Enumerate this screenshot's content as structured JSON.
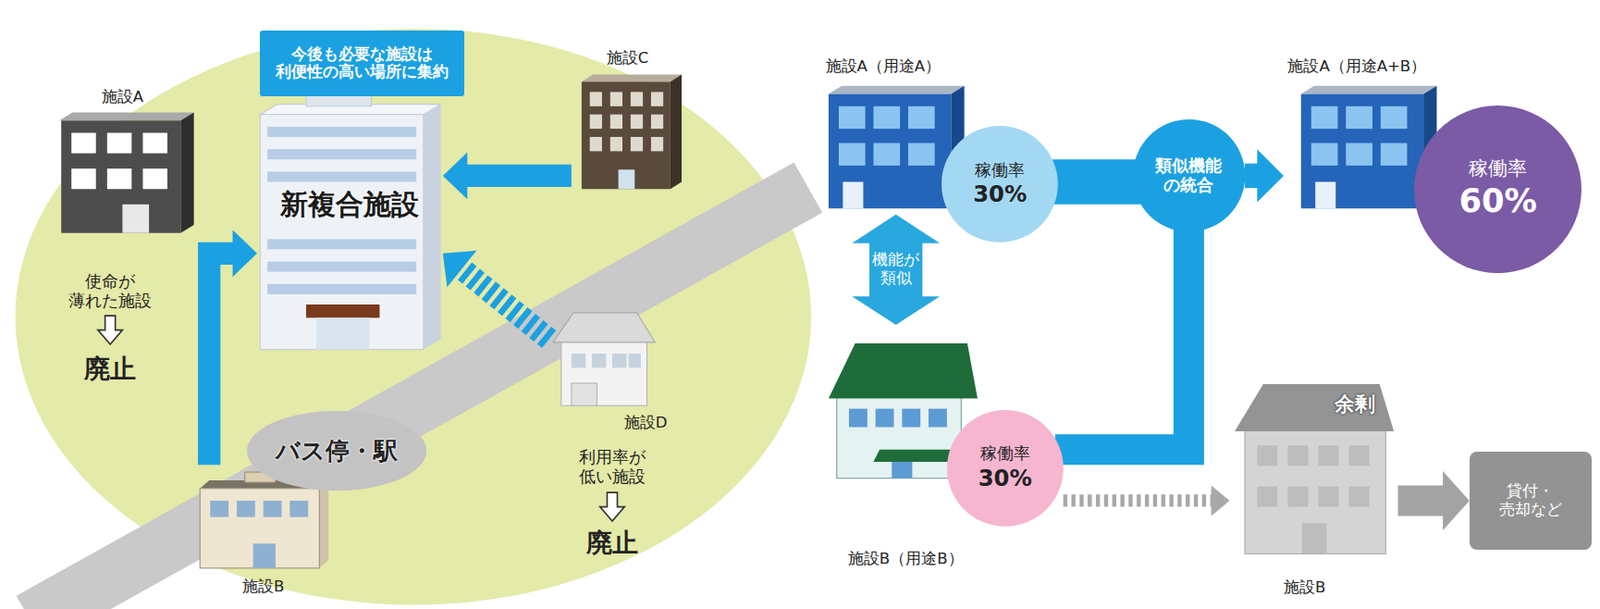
{
  "diagram": {
    "nodes": [
      {
        "text": [
          "今後も必要な施設は 利便性の高い場所に集約"
        ]
      },
      {
        "text": [
          "新複合施設"
        ]
      },
      {
        "text": [
          "施設A"
        ]
      },
      {
        "text": [
          "施設C"
        ]
      },
      {
        "text": [
          "施設D"
        ]
      },
      {
        "text": [
          "施設B"
        ]
      },
      {
        "text": [
          "バス停・駅"
        ]
      },
      {
        "text": [
          "施設A（用途A）"
        ]
      },
      {
        "text": [
          "稼働率",
          "30%"
        ]
      },
      {
        "text": [
          "施設B（用途B）"
        ]
      },
      {
        "text": [
          "稼働率",
          "30%"
        ]
      },
      {
        "text": [
          "類似機能 の統合"
        ]
      },
      {
        "text": [
          "施設A（用途A+B）"
        ]
      },
      {
        "text": [
          "稼働率",
          "60%"
        ]
      },
      {
        "text": [
          "余剰",
          "施設B"
        ]
      },
      {
        "text": [
          "貸付・ 売却など"
        ]
      }
    ],
    "edges": [
      {
        "from": 3,
        "to": 1,
        "arrow": "to"
      },
      {
        "from": 4,
        "to": 1,
        "arrow": "to"
      },
      {
        "from": 5,
        "to": 1,
        "arrow": "to"
      },
      {
        "from": 7,
        "to": 9,
        "label": "機能が 類似",
        "arrow": "both"
      },
      {
        "from": 8,
        "to": 11,
        "arrow": "none"
      },
      {
        "from": 10,
        "to": 11,
        "arrow": "none"
      },
      {
        "from": 11,
        "to": 12,
        "arrow": "to"
      },
      {
        "from": 10,
        "to": 14,
        "arrow": "to"
      },
      {
        "from": 14,
        "to": 15,
        "arrow": "to"
      }
    ],
    "labels": [
      "使命が 薄れた施設",
      "廃止",
      "利用率が 低い施設",
      "廃止"
    ]
  }
}
